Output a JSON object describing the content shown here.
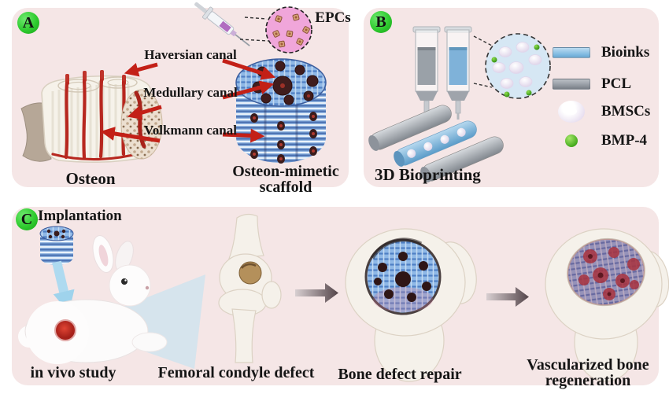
{
  "colors": {
    "panel_bg": "#f5e6e6",
    "badge_green": "#2fcb2f",
    "arrow_red": "#c32017",
    "scaffold_blue": "#6b9cd6",
    "bioink_blue": "#7fb9e0",
    "pcl_gray": "#8e949c",
    "bmsc_white": "#e8dff0",
    "bmp4_green": "#46ab1e",
    "epc_pink": "#f0a6da",
    "beam_blue": "#bfe2f2",
    "bone_white": "#f5f1ea",
    "defect_tan": "#b4905b"
  },
  "panel_a": {
    "label": "A",
    "caption_left": "Osteon",
    "caption_right": "Osteon-mimetic scaffold",
    "epcs_label": "EPCs",
    "annotations": [
      {
        "label": "Haversian canal"
      },
      {
        "label": "Medullary canal"
      },
      {
        "label": "Volkmann canal"
      }
    ]
  },
  "panel_b": {
    "label": "B",
    "caption": "3D Bioprinting",
    "legend": [
      {
        "label": "Bioinks"
      },
      {
        "label": "PCL"
      },
      {
        "label": "BMSCs"
      },
      {
        "label": "BMP-4"
      }
    ]
  },
  "panel_c": {
    "label": "C",
    "implantation_label": "Implantation",
    "captions": [
      "in vivo study",
      "Femoral condyle defect",
      "Bone defect repair",
      "Vascularized bone regeneration"
    ]
  }
}
